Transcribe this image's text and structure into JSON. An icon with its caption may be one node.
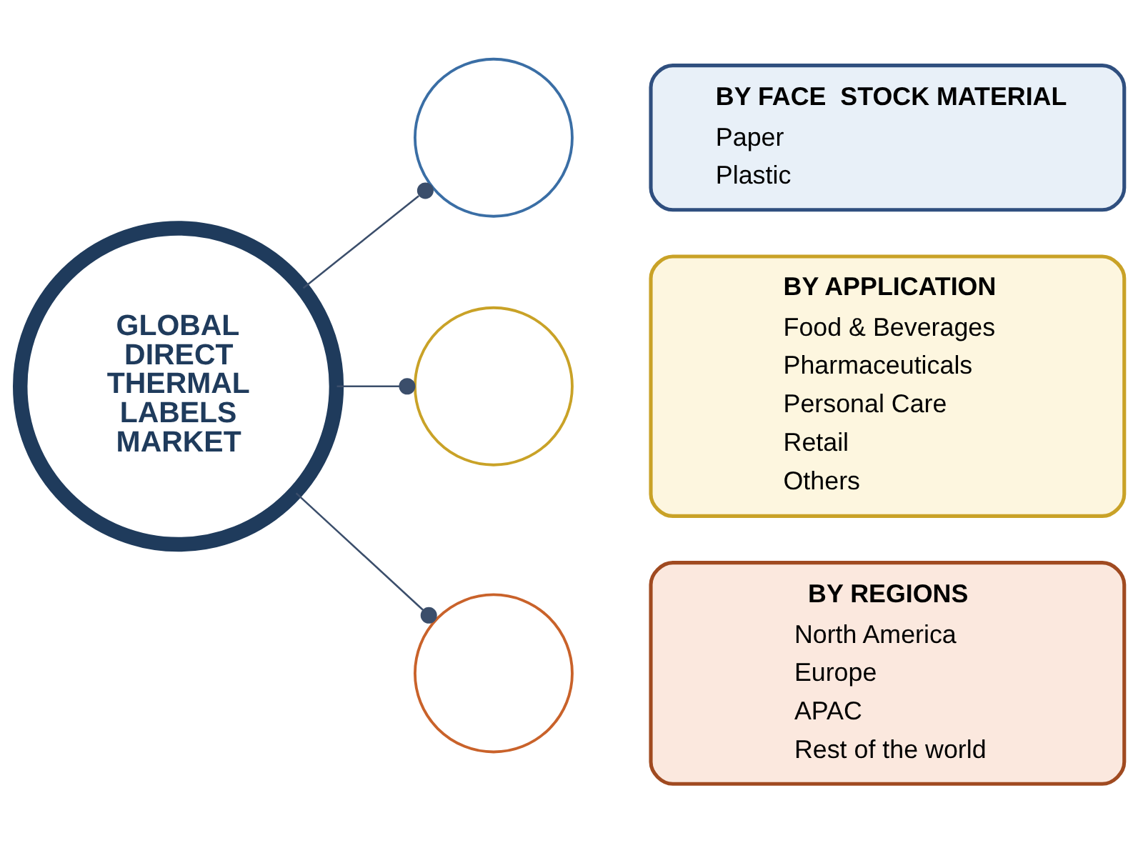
{
  "diagram": {
    "nodes": [
      {
        "text": [
          "GLOBAL DIRECT THERMAL LABELS MARKET"
        ]
      },
      {
        "text": [],
        "shape": "circle"
      },
      {
        "text": [
          "BY FACE  STOCK MATERIAL",
          "Paper",
          "Plastic"
        ]
      },
      {
        "text": [],
        "shape": "circle"
      },
      {
        "text": [
          "BY APPLICATION",
          "Food & Beverages",
          "Pharmaceuticals",
          "Personal Care",
          "Retail",
          "Others"
        ]
      },
      {
        "text": [],
        "shape": "circle"
      },
      {
        "text": [
          "BY REGIONS",
          "North America",
          "Europe",
          "APAC",
          "Rest of the world"
        ]
      }
    ],
    "edges": [
      {
        "from": 0,
        "to": 1,
        "arrow": "other"
      },
      {
        "from": 0,
        "to": 3,
        "arrow": "other"
      },
      {
        "from": 0,
        "to": 5,
        "arrow": "other"
      }
    ]
  }
}
